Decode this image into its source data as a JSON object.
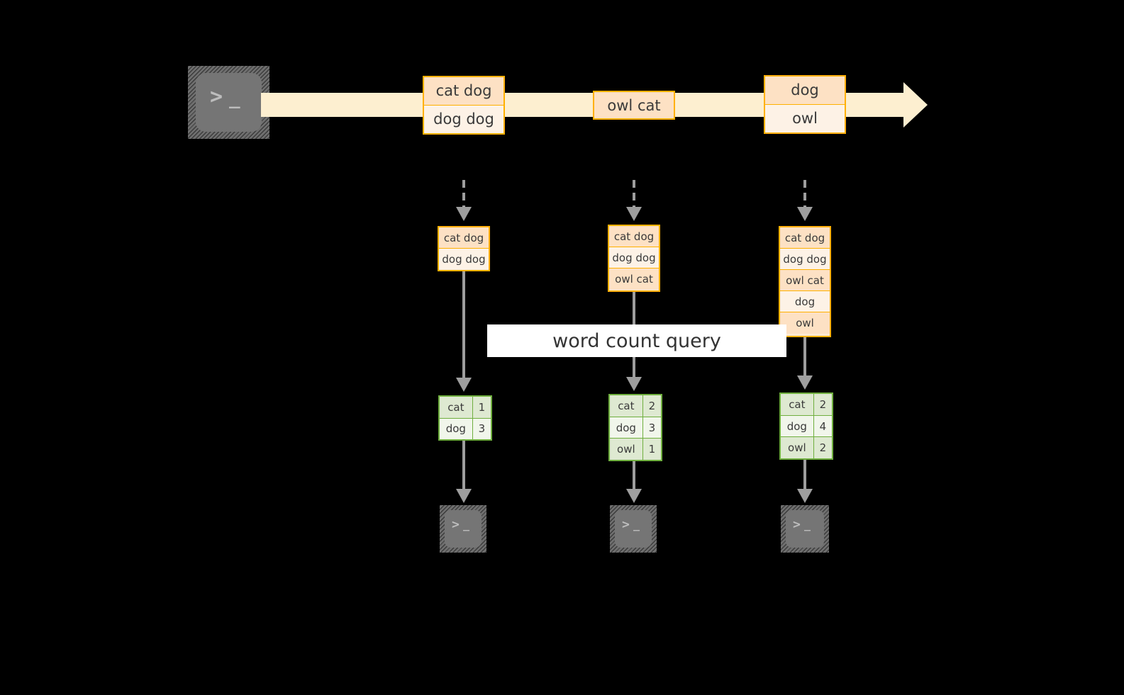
{
  "diagram": {
    "title": "word count query streaming diagram",
    "colors": {
      "background": "#000000",
      "event_border": "#FFB000",
      "event_fill_dark": "#FDE1C4",
      "event_fill_light": "#FDF2E6",
      "stream_band": "#FDEFD0",
      "result_border": "#6FAF3E",
      "result_fill_dark": "#DEE9D1",
      "result_fill_light": "#F1F6EB",
      "connector": "#9e9e9e",
      "terminal_body": "#757575",
      "label_background": "#FFFFFF"
    }
  },
  "source": {
    "icon": "terminal-icon",
    "glyph_prompt": ">",
    "glyph_cursor": "_"
  },
  "stream": {
    "arrow_direction": "right",
    "events": [
      {
        "id": "event-group-1",
        "lines": [
          "cat dog",
          "dog dog"
        ]
      },
      {
        "id": "event-group-2",
        "lines": [
          "owl cat"
        ]
      },
      {
        "id": "event-group-3",
        "lines": [
          "dog",
          "owl"
        ]
      }
    ]
  },
  "snapshots": [
    {
      "id": "snapshot-1",
      "table_lines": [
        "cat dog",
        "dog dog"
      ],
      "result": {
        "rows": [
          {
            "word": "cat",
            "count": "1"
          },
          {
            "word": "dog",
            "count": "3"
          }
        ]
      },
      "sink": {
        "icon": "terminal-icon",
        "glyph_prompt": ">",
        "glyph_cursor": "_"
      }
    },
    {
      "id": "snapshot-2",
      "table_lines": [
        "cat dog",
        "dog dog",
        "owl cat"
      ],
      "result": {
        "rows": [
          {
            "word": "cat",
            "count": "2"
          },
          {
            "word": "dog",
            "count": "3"
          },
          {
            "word": "owl",
            "count": "1"
          }
        ]
      },
      "sink": {
        "icon": "terminal-icon",
        "glyph_prompt": ">",
        "glyph_cursor": "_"
      }
    },
    {
      "id": "snapshot-3",
      "table_lines": [
        "cat dog",
        "dog dog",
        "owl cat",
        "dog",
        "owl"
      ],
      "result": {
        "rows": [
          {
            "word": "cat",
            "count": "2"
          },
          {
            "word": "dog",
            "count": "4"
          },
          {
            "word": "owl",
            "count": "2"
          }
        ]
      },
      "sink": {
        "icon": "terminal-icon",
        "glyph_prompt": ">",
        "glyph_cursor": "_"
      }
    }
  ],
  "query_label": {
    "text": "word count query"
  }
}
